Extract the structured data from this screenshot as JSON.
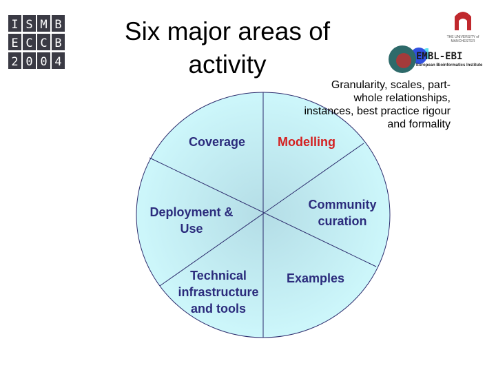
{
  "title": "Six major areas of activity",
  "logos": {
    "ismb": "ISMB ECCB 2004",
    "manchester": "THE UNIVERSITY of MANCHESTER",
    "ebi": "EMBL-EBI",
    "ebi_sub": "European Bioinformatics Institute"
  },
  "note": "Granularity, scales, part-whole relationships, instances, best practice rigour and formality",
  "segments": [
    {
      "label": "Coverage",
      "color": "#2b2b7c"
    },
    {
      "label": "Modelling",
      "color": "#d42020"
    },
    {
      "label": "Community curation",
      "color": "#2b2b7c"
    },
    {
      "label": "Examples",
      "color": "#2b2b7c"
    },
    {
      "label": "Technical infrastructure and tools",
      "color": "#2b2b7c"
    },
    {
      "label": "Deployment & Use",
      "color": "#2b2b7c"
    }
  ],
  "colors": {
    "fill_center": "#b4dde6",
    "fill_edge": "#cdf7fb",
    "stroke": "#2b2b6c"
  }
}
